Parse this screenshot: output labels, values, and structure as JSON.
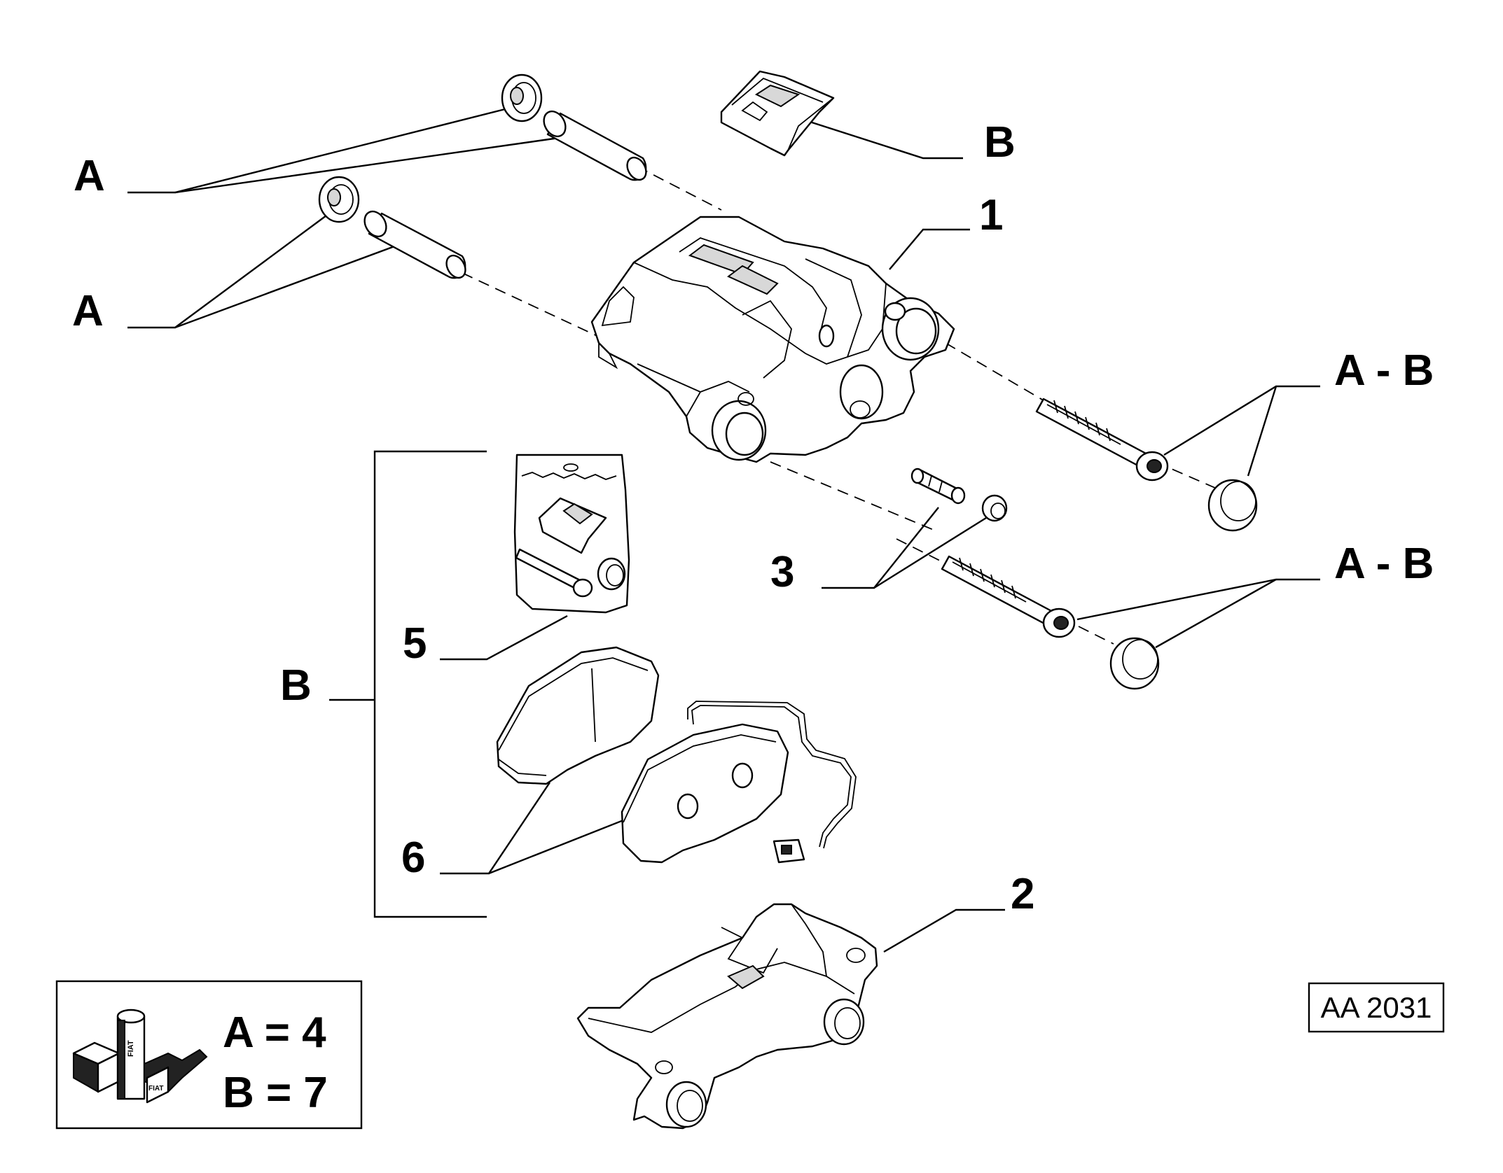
{
  "callouts": {
    "a_top": "A",
    "a_mid": "A",
    "b_top": "B",
    "part_1": "1",
    "ab_upper": "A - B",
    "ab_lower": "A - B",
    "part_3": "3",
    "part_5": "5",
    "b_group": "B",
    "part_6": "6",
    "part_2": "2"
  },
  "legend": {
    "line_a": "A = 4",
    "line_b": "B = 7",
    "logo_text": "FIAT"
  },
  "reference_code": "AA 2031",
  "icons": [
    "brake-caliper-icon",
    "caliper-bracket-icon",
    "brake-pad-icon",
    "guide-pin-icon",
    "bolt-icon",
    "dust-cap-icon",
    "bleed-valve-icon",
    "spring-clip-icon",
    "parts-kit-bag-icon",
    "fiat-parts-logo-icon"
  ]
}
